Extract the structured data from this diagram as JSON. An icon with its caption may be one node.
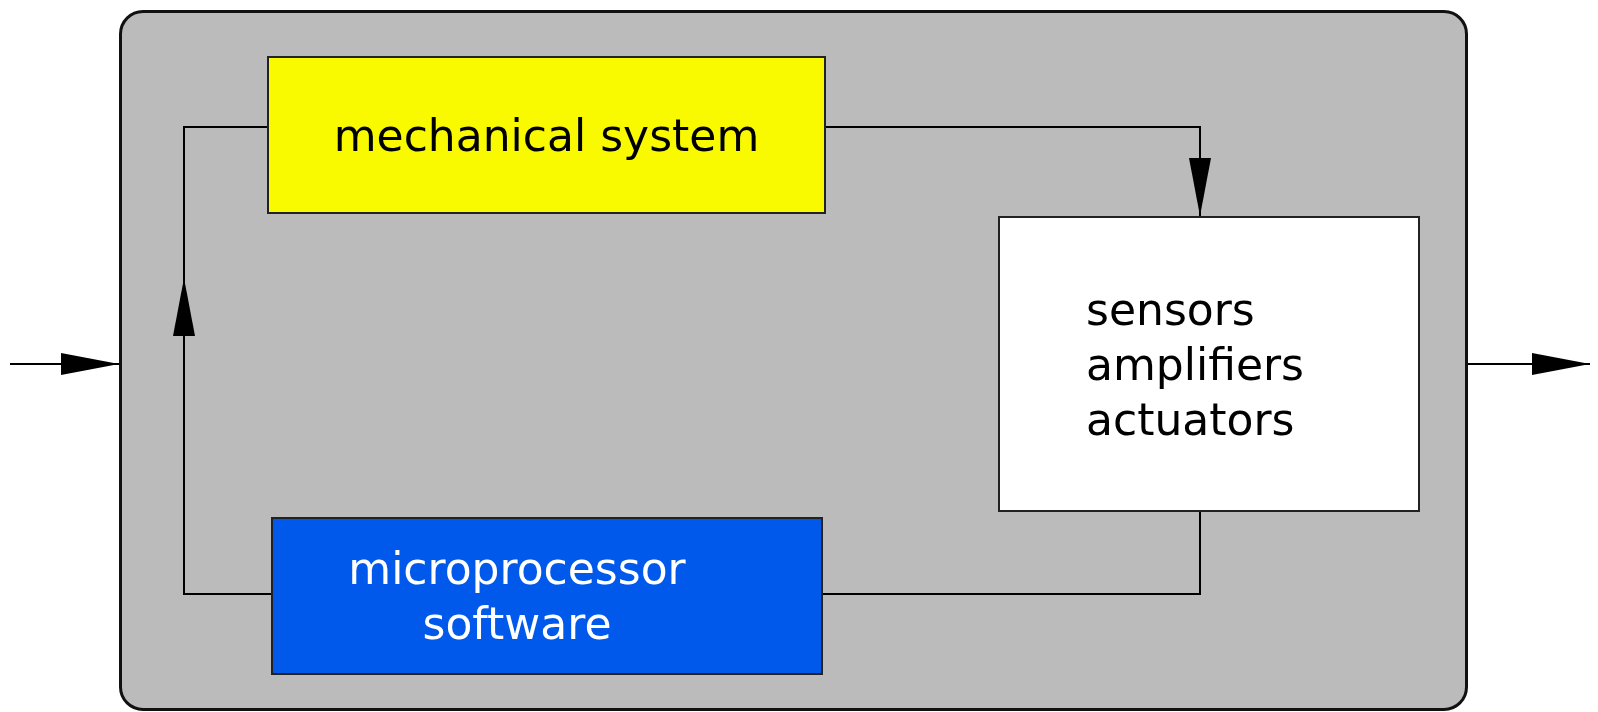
{
  "diagram": {
    "nodes": [
      {
        "text": [],
        "shape": "box"
      },
      {
        "text": [
          "mechanical system"
        ],
        "in": 0
      },
      {
        "text": [
          "sensors",
          "amplifiers",
          "actuators"
        ],
        "in": 0
      },
      {
        "text": [
          "microprocessor software"
        ],
        "in": 0
      }
    ],
    "edges": [
      {
        "from": null,
        "to": 0,
        "arrow": "to"
      },
      {
        "from": 0,
        "to": null,
        "arrow": "to"
      },
      {
        "from": 1,
        "to": 2,
        "arrow": "to"
      },
      {
        "from": 2,
        "to": 3,
        "arrow": "none"
      },
      {
        "from": 3,
        "to": 1,
        "arrow": "to"
      }
    ]
  }
}
